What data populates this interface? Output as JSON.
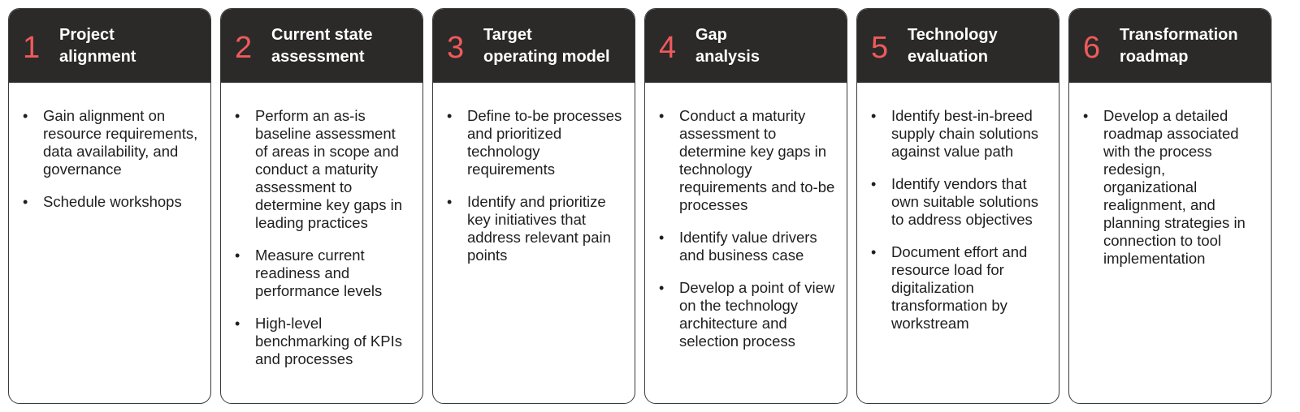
{
  "steps": [
    {
      "number": "1",
      "title": "Project\nalignment",
      "bullets": [
        "Gain alignment on resource requirements, data availability, and governance",
        "Schedule workshops"
      ]
    },
    {
      "number": "2",
      "title": "Current state\nassessment",
      "bullets": [
        "Perform an as-is baseline assessment of areas in scope and conduct a maturity assessment to determine key gaps in leading practices",
        "Measure current readiness and performance levels",
        "High-level benchmarking of KPIs and processes"
      ]
    },
    {
      "number": "3",
      "title": "Target\noperating model",
      "bullets": [
        "Define to-be processes and prioritized technology requirements",
        "Identify and prioritize key initiatives that address relevant pain points"
      ]
    },
    {
      "number": "4",
      "title": "Gap\nanalysis",
      "bullets": [
        "Conduct a maturity assessment to determine key gaps in technology requirements and to-be processes",
        "Identify value drivers and business case",
        "Develop a point of view on the technology architecture and selection process"
      ]
    },
    {
      "number": "5",
      "title": "Technology\nevaluation",
      "bullets": [
        "Identify best-in-breed supply chain solutions against value path",
        "Identify vendors that own suitable solutions to address objectives",
        "Document effort and resource load for digitalization transformation by workstream"
      ]
    },
    {
      "number": "6",
      "title": "Transformation\nroadmap",
      "bullets": [
        "Develop a detailed roadmap associated with the process redesign, organizational realignment, and planning strategies in connection to tool implementation"
      ]
    }
  ],
  "colors": {
    "header_bg": "#2b2a29",
    "accent_number": "#f05a5b",
    "header_text": "#ffffff",
    "body_text": "#1f1f1f",
    "border": "#3a3a3a"
  }
}
